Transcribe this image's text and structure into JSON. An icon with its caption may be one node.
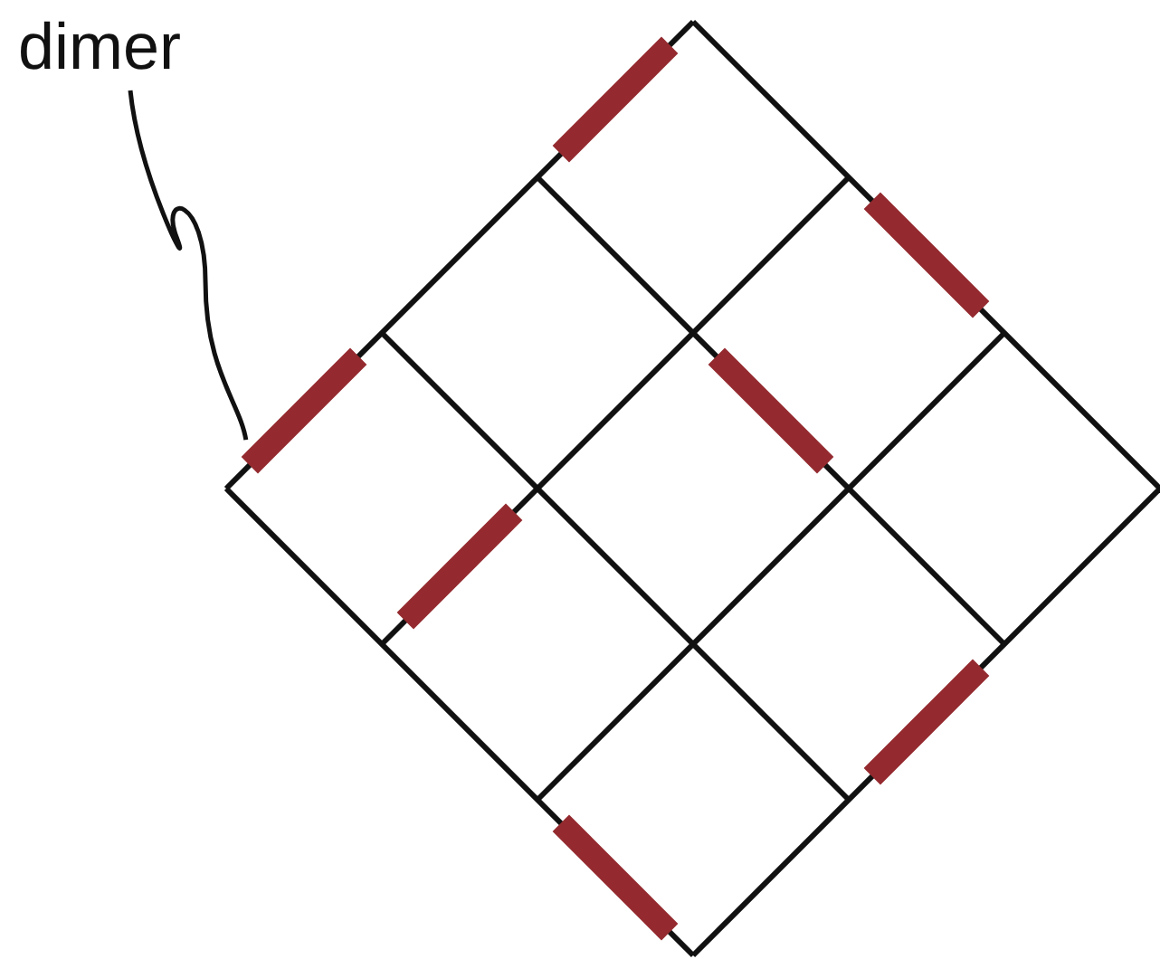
{
  "diagram": {
    "nodes": [
      {
        "text": [
          "dimer"
        ]
      },
      {
        "text": [],
        "shape": "bar"
      }
    ],
    "edges": [
      {
        "from": 0,
        "to": 1,
        "arrow": "none"
      }
    ]
  }
}
